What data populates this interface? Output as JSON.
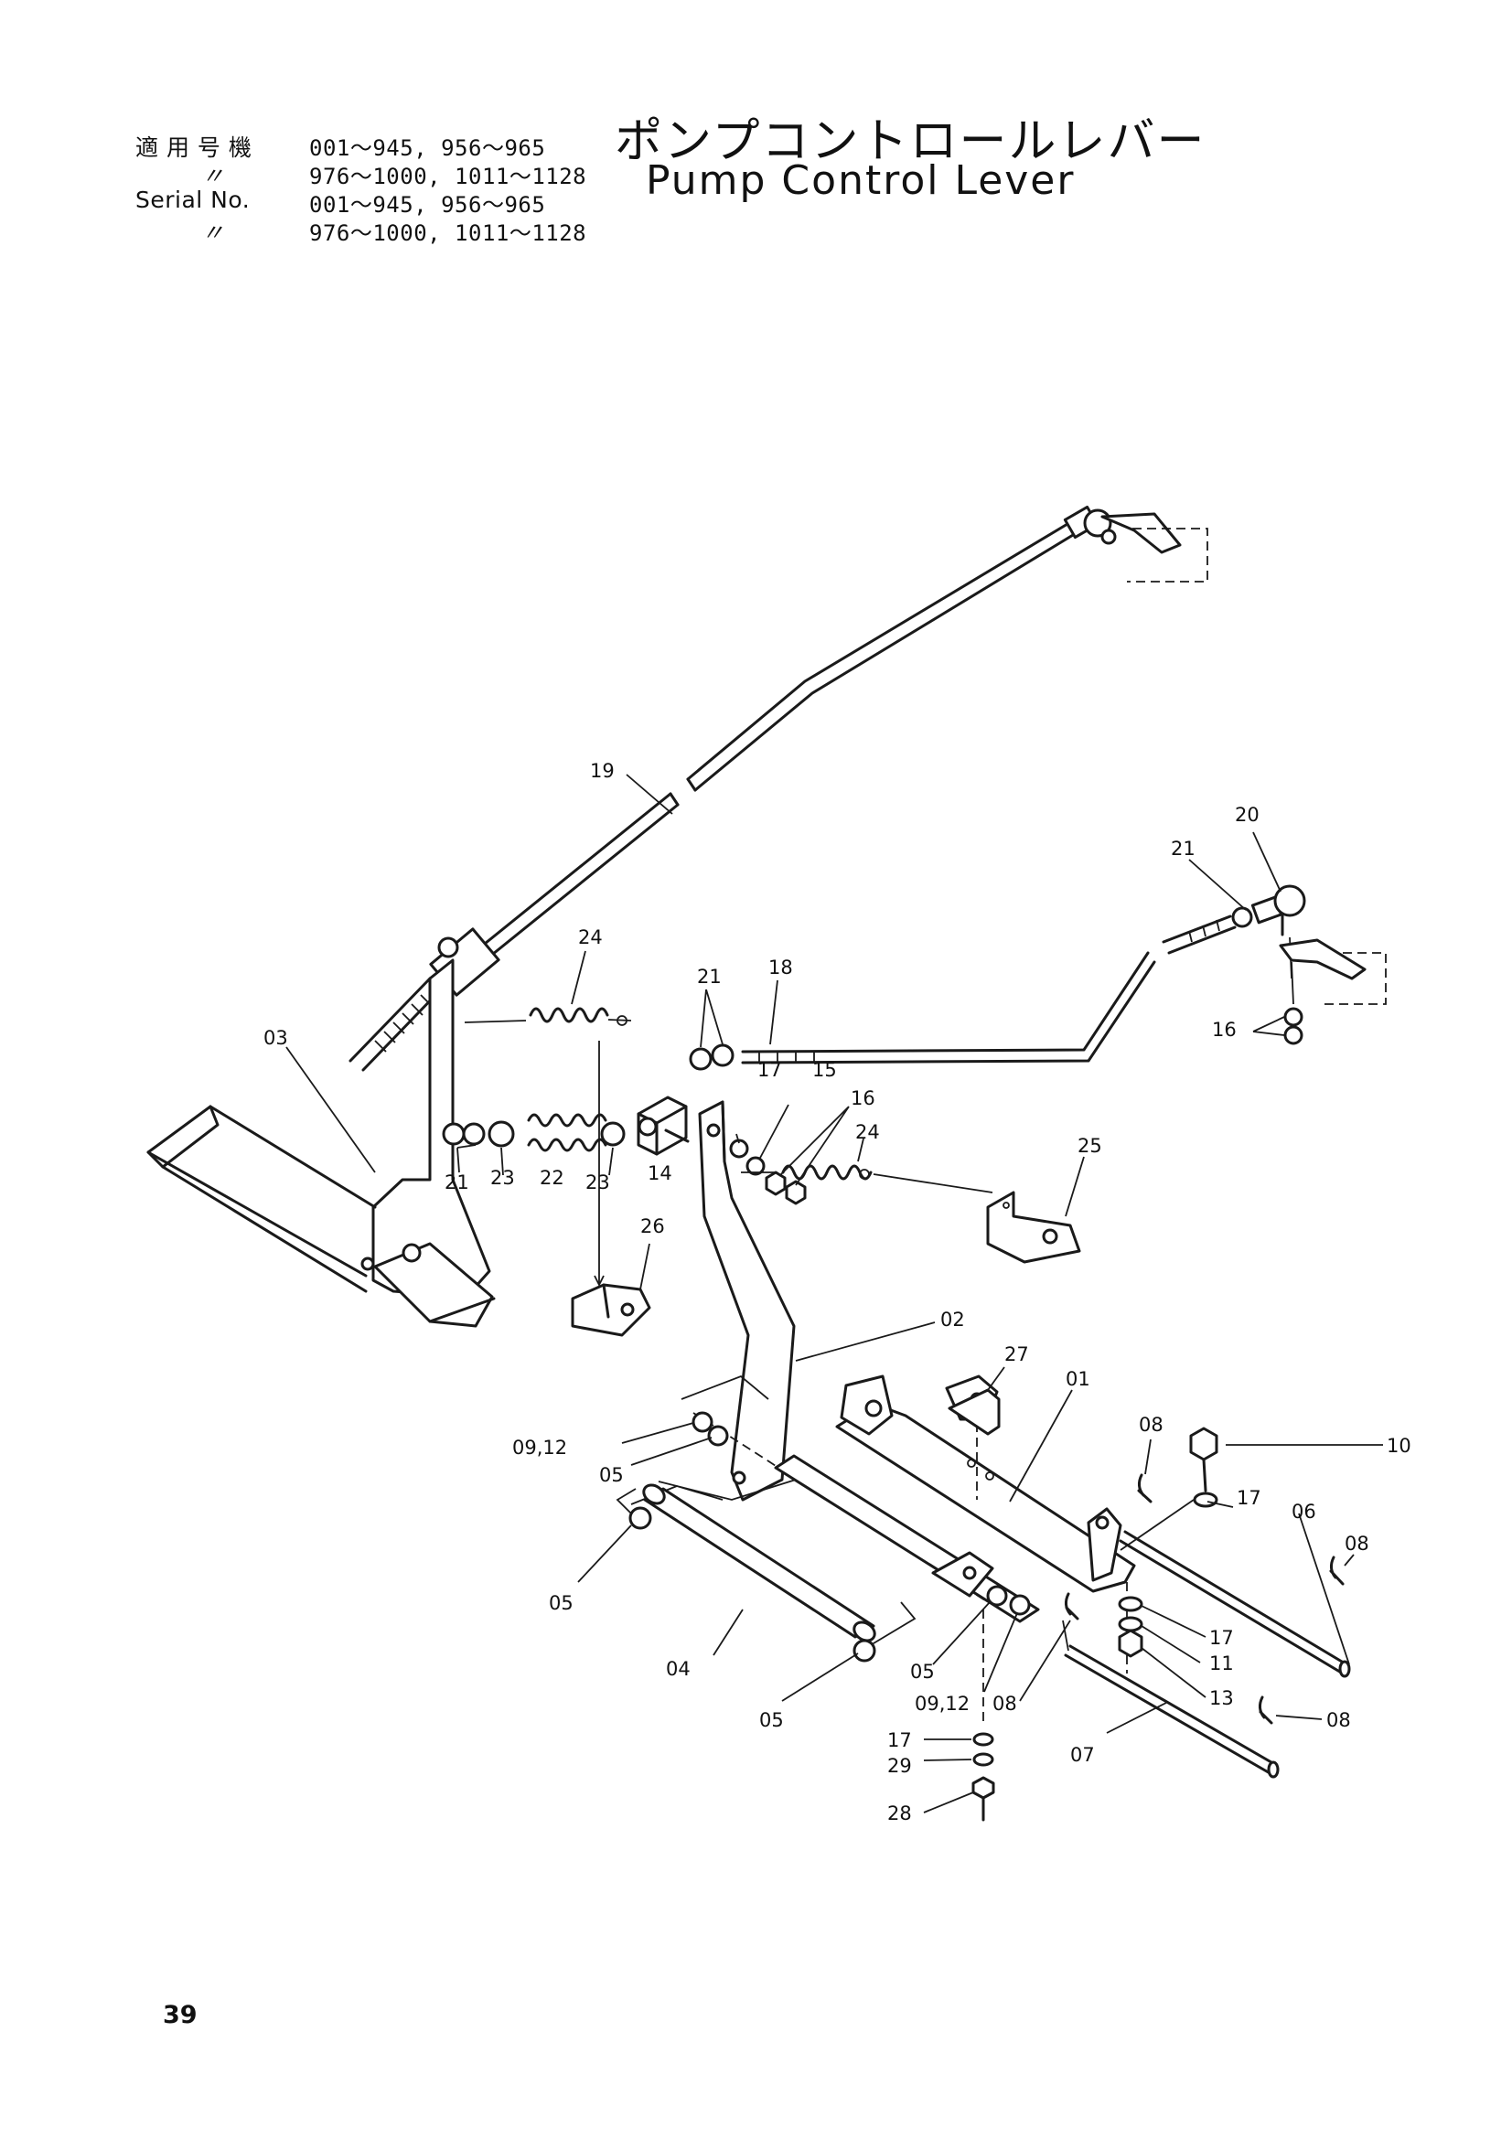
{
  "header": {
    "serial_rows": [
      {
        "label": "適 用 号 機",
        "value": "001～945, 956～965"
      },
      {
        "label": "〃",
        "value": "976～1000, 1011～1128"
      },
      {
        "label": "Serial  No.",
        "value": "001～945, 956～965"
      },
      {
        "label": "〃",
        "value": "976～1000, 1011～1128"
      }
    ],
    "title_ja": "ポンプコントロールレバー",
    "title_en": "Pump Control  Lever"
  },
  "part_labels": [
    {
      "id": "19",
      "text": "19"
    },
    {
      "id": "20",
      "text": "20"
    },
    {
      "id": "21a",
      "text": "21"
    },
    {
      "id": "24a",
      "text": "24"
    },
    {
      "id": "21b",
      "text": "21"
    },
    {
      "id": "18",
      "text": "18"
    },
    {
      "id": "03",
      "text": "03"
    },
    {
      "id": "17a",
      "text": "17"
    },
    {
      "id": "15",
      "text": "15"
    },
    {
      "id": "16a",
      "text": "16"
    },
    {
      "id": "16b",
      "text": "16"
    },
    {
      "id": "21c",
      "text": "21"
    },
    {
      "id": "23a",
      "text": "23"
    },
    {
      "id": "22",
      "text": "22"
    },
    {
      "id": "23b",
      "text": "23"
    },
    {
      "id": "14",
      "text": "14"
    },
    {
      "id": "24b",
      "text": "24"
    },
    {
      "id": "25",
      "text": "25"
    },
    {
      "id": "26",
      "text": "26"
    },
    {
      "id": "02",
      "text": "02"
    },
    {
      "id": "27",
      "text": "27"
    },
    {
      "id": "01",
      "text": "01"
    },
    {
      "id": "08a",
      "text": "08"
    },
    {
      "id": "10",
      "text": "10"
    },
    {
      "id": "0912a",
      "text": "09,12"
    },
    {
      "id": "05a",
      "text": "05"
    },
    {
      "id": "17b",
      "text": "17"
    },
    {
      "id": "06",
      "text": "06"
    },
    {
      "id": "08b",
      "text": "08"
    },
    {
      "id": "05b",
      "text": "05"
    },
    {
      "id": "17c",
      "text": "17"
    },
    {
      "id": "11",
      "text": "11"
    },
    {
      "id": "04",
      "text": "04"
    },
    {
      "id": "05c",
      "text": "05"
    },
    {
      "id": "13",
      "text": "13"
    },
    {
      "id": "0912b",
      "text": "09,12"
    },
    {
      "id": "08c",
      "text": "08"
    },
    {
      "id": "05d",
      "text": "05"
    },
    {
      "id": "08d",
      "text": "08"
    },
    {
      "id": "17d",
      "text": "17"
    },
    {
      "id": "07",
      "text": "07"
    },
    {
      "id": "29",
      "text": "29"
    },
    {
      "id": "28",
      "text": "28"
    }
  ],
  "footer": {
    "page_number": "39"
  }
}
